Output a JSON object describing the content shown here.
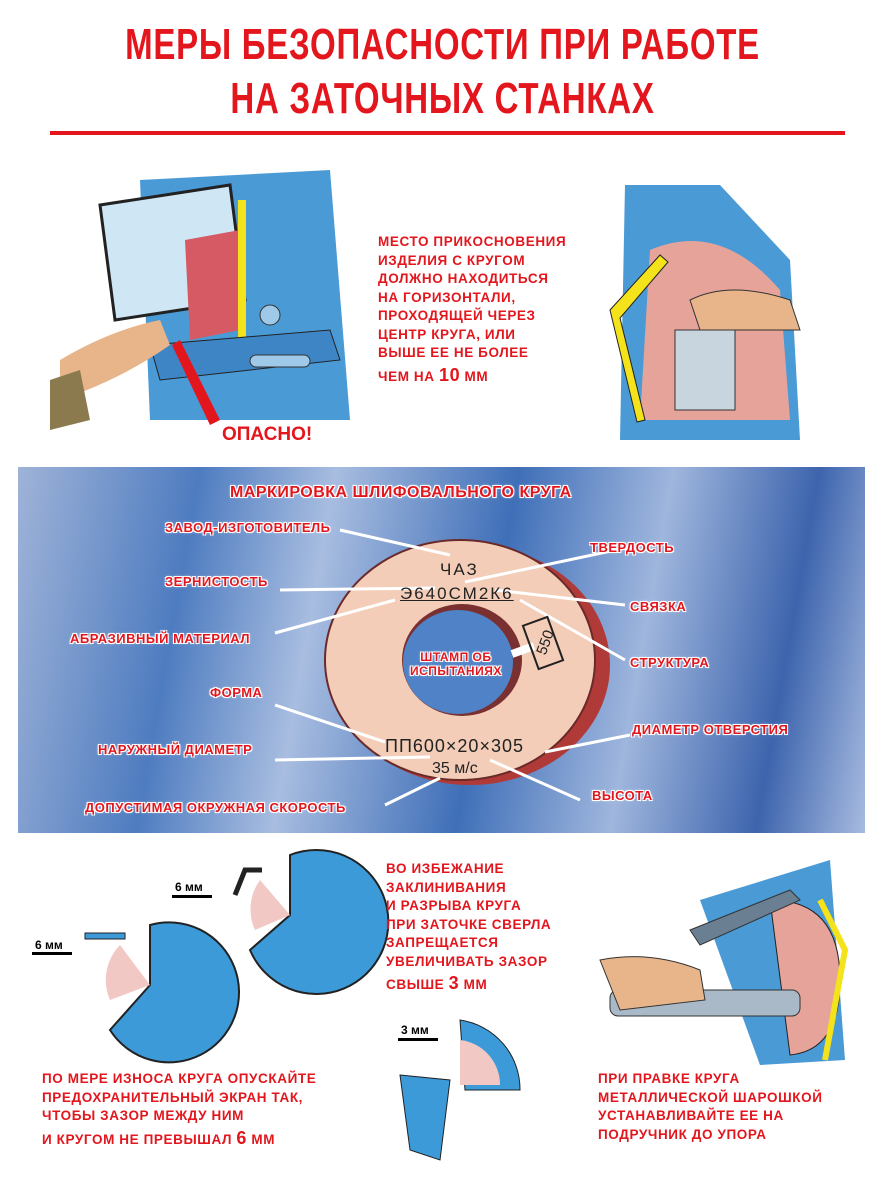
{
  "title": {
    "line1": "МЕРЫ БЕЗОПАСНОСТИ ПРИ РАБОТЕ",
    "line2": "НА ЗАТОЧНЫХ СТАНКАХ"
  },
  "top": {
    "warning_lines": [
      "МЕСТО ПРИКОСНОВЕНИЯ",
      "ИЗДЕЛИЯ С КРУГОМ",
      "ДОЛЖНО НАХОДИТЬСЯ",
      "НА ГОРИЗОНТАЛИ,",
      "ПРОХОДЯЩЕЙ ЧЕРЕЗ",
      "ЦЕНТР КРУГА, ИЛИ",
      "ВЫШЕ ЕЕ НЕ БОЛЕЕ"
    ],
    "last_line_prefix": "ЧЕМ НА",
    "last_line_value": "10",
    "last_line_unit": "ММ",
    "danger_label": "ОПАСНО!"
  },
  "marking": {
    "title": "МАРКИРОВКА ШЛИФОВАЛЬНОГО КРУГА",
    "wheel": {
      "maker": "ЧАЗ",
      "code": "Э640СМ2К6",
      "stamp": "550",
      "size": "ПП600×20×305",
      "speed": "35 м/с"
    },
    "labels": {
      "manufacturer": "ЗАВОД-ИЗГОТОВИТЕЛЬ",
      "grain": "ЗЕРНИСТОСТЬ",
      "abrasive": "АБРАЗИВНЫЙ МАТЕРИАЛ",
      "shape": "ФОРМА",
      "outer_diameter": "НАРУЖНЫЙ ДИАМЕТР",
      "speed": "ДОПУСТИМАЯ ОКРУЖНАЯ СКОРОСТЬ",
      "hardness": "ТВЕРДОСТЬ",
      "bond": "СВЯЗКА",
      "structure": "СТРУКТУРА",
      "bore": "ДИАМЕТР ОТВЕРСТИЯ",
      "height": "ВЫСОТА",
      "stamp_line1": "ШТАМП ОБ",
      "stamp_line2": "ИСПЫТАНИЯХ"
    }
  },
  "bottom": {
    "gap_lines": [
      "ВО ИЗБЕЖАНИЕ",
      "ЗАКЛИНИВАНИЯ",
      "И РАЗРЫВА КРУГА",
      "ПРИ ЗАТОЧКЕ СВЕРЛА",
      "ЗАПРЕЩАЕТСЯ",
      "УВЕЛИЧИВАТЬ ЗАЗОР"
    ],
    "gap_last_prefix": "СВЫШЕ",
    "gap_last_value": "3",
    "gap_last_unit": "ММ",
    "dim_6mm_a": "6 мм",
    "dim_6mm_b": "6 мм",
    "dim_3mm": "3 мм",
    "screen_lines": [
      "ПО МЕРЕ ИЗНОСА КРУГА ОПУСКАЙТЕ",
      "ПРЕДОХРАНИТЕЛЬНЫЙ ЭКРАН ТАК,",
      "ЧТОБЫ ЗАЗОР МЕЖДУ НИМ"
    ],
    "screen_last_prefix": "И КРУГОМ НЕ ПРЕВЫШАЛ",
    "screen_last_value": "6",
    "screen_last_unit": "ММ",
    "dress_lines": [
      "ПРИ ПРАВКЕ КРУГА",
      "МЕТАЛЛИЧЕСКОЙ ШАРОШКОЙ",
      "УСТАНАВЛИВАЙТЕ ЕЕ НА",
      "ПОДРУЧНИК ДО УПОРА"
    ]
  }
}
